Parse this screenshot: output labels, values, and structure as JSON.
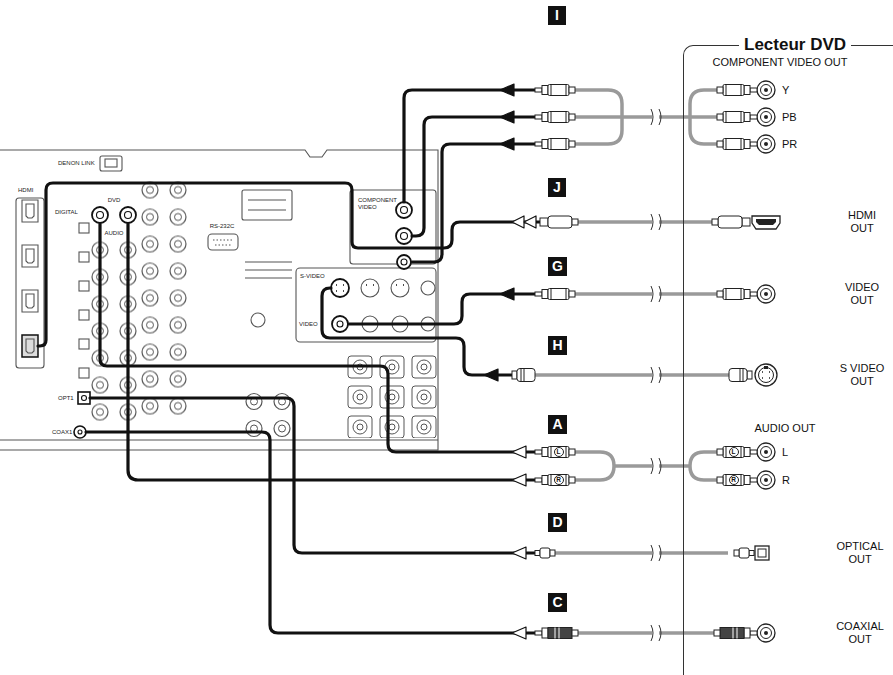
{
  "diagram": {
    "nodes": [
      {
        "text": [
          "Lecteur DVD"
        ]
      },
      {
        "text": [
          "I"
        ]
      },
      {
        "text": [
          "J"
        ]
      },
      {
        "text": [
          "G"
        ]
      },
      {
        "text": [
          "H"
        ]
      },
      {
        "text": [
          "A"
        ]
      },
      {
        "text": [
          "D"
        ]
      },
      {
        "text": [
          "C"
        ]
      }
    ],
    "labels": [
      "COMPONENT VIDEO OUT",
      "Y",
      "PB",
      "PR",
      "HDMI OUT",
      "VIDEO OUT",
      "S VIDEO OUT",
      "AUDIO OUT",
      "L",
      "R",
      "OPTICAL OUT",
      "COAXIAL OUT",
      "L",
      "R",
      "L",
      "R",
      "HDMI",
      "DENON LINK",
      "DIGITAL",
      "DVD",
      "AUDIO",
      "RS-232C",
      "COMPONENT VIDEO",
      "S-VIDEO",
      "VIDEO",
      "OPT1",
      "COAX1"
    ]
  }
}
